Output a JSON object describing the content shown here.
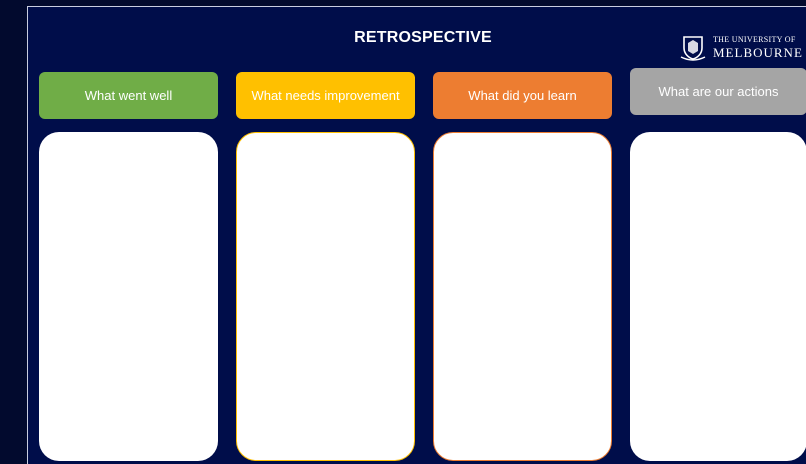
{
  "slide": {
    "title": "RETROSPECTIVE",
    "logo": {
      "line1": "THE UNIVERSITY OF",
      "line2": "MELBOURNE",
      "icon": "university-crest-icon"
    }
  },
  "columns": [
    {
      "label": "What went well",
      "color": "#70ad47"
    },
    {
      "label": "What needs improvement",
      "color": "#ffc000"
    },
    {
      "label": "What did you learn",
      "color": "#ed7d31"
    },
    {
      "label": "What are our actions",
      "color": "#a5a5a5"
    }
  ]
}
